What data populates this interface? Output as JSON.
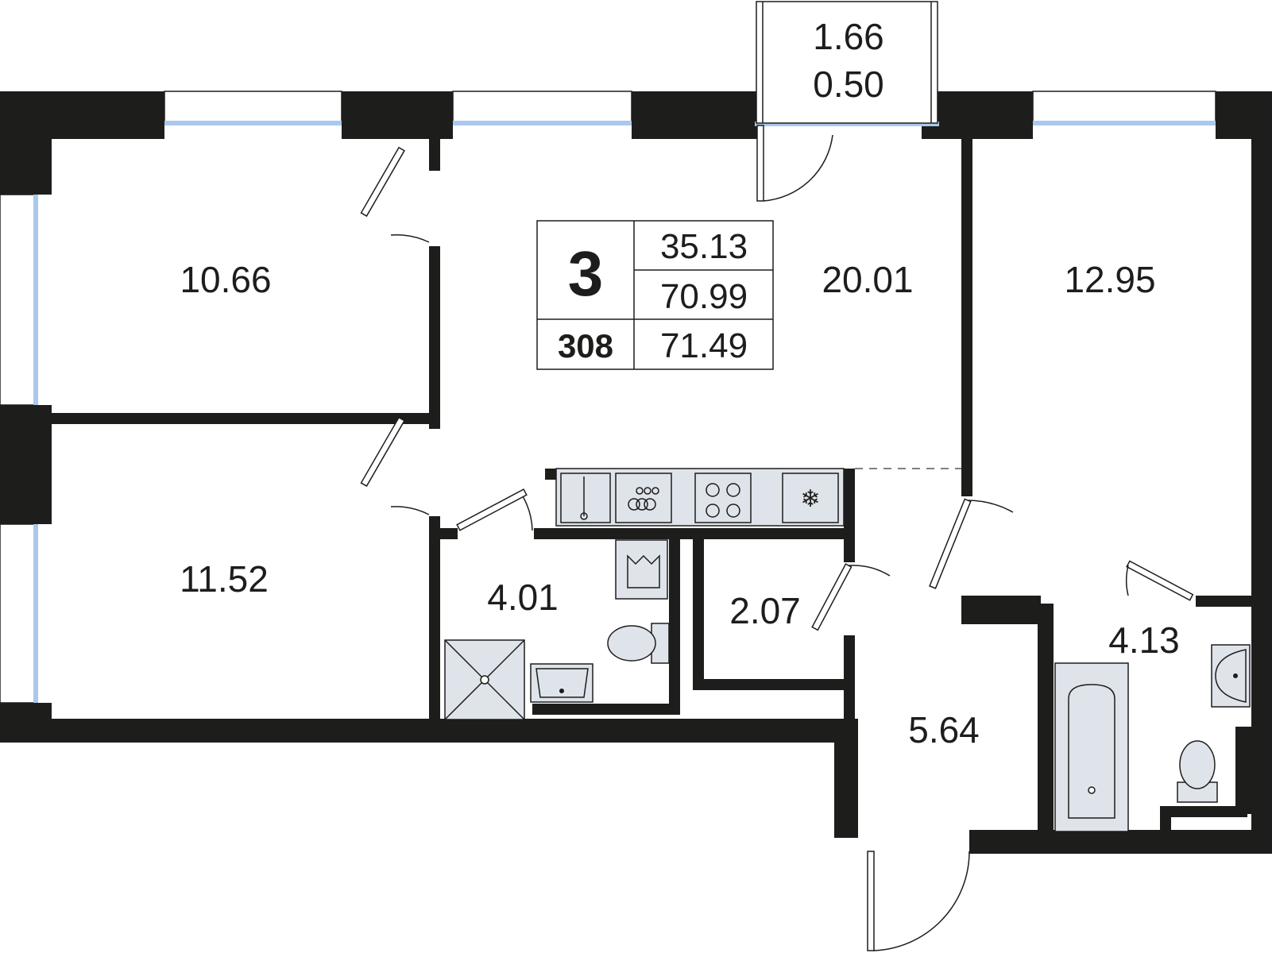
{
  "apartment": {
    "rooms_count": "3",
    "number": "308",
    "living_area": "35.13",
    "total_area": "70.99",
    "total_area_with_balcony": "71.49"
  },
  "balcony": {
    "area": "1.66",
    "reduced_area": "0.50"
  },
  "rooms": {
    "bedroom_top_left": "10.66",
    "bedroom_bottom_left": "11.52",
    "living_kitchen": "20.01",
    "bedroom_right": "12.95",
    "bathroom_shower": "4.01",
    "storage": "2.07",
    "hallway": "5.64",
    "bathroom_tub": "4.13"
  },
  "colors": {
    "wall": "#1d1d1b",
    "window_glass": "#a9c8ee",
    "fixture_fill": "#dfe3ea"
  },
  "icons": [
    "sink-icon",
    "stove-icon",
    "fridge-icon",
    "toilet-icon",
    "shower-icon",
    "bathtub-icon",
    "washing-machine-icon"
  ]
}
